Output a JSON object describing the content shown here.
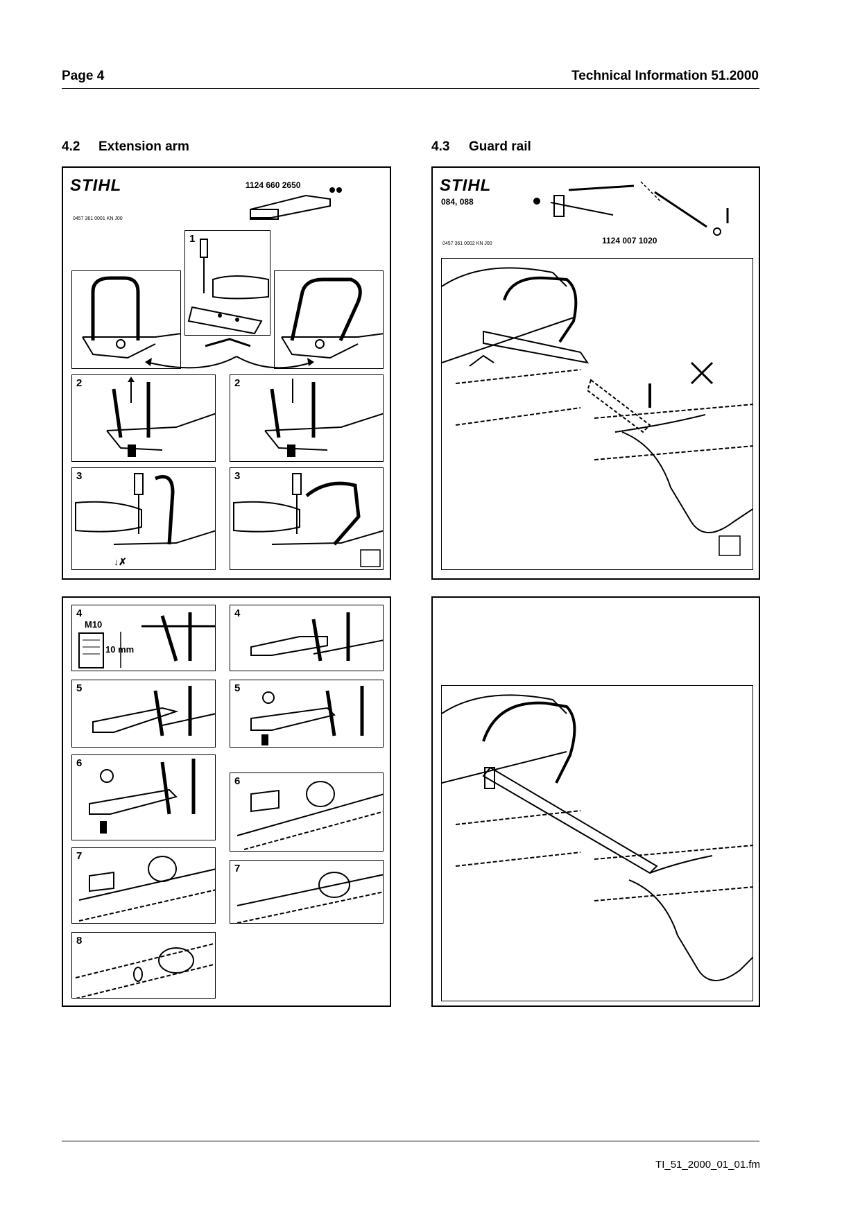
{
  "header": {
    "left": "Page 4",
    "right": "Technical Information  51.2000"
  },
  "sections": {
    "extension": {
      "number": "4.2",
      "title": "Extension arm"
    },
    "guard": {
      "number": "4.3",
      "title": "Guard rail"
    }
  },
  "kit_ext": {
    "logo": "STIHL",
    "part_number": "1124 660 2650",
    "code": "0457 361 0001 KN J00"
  },
  "kit_guard": {
    "logo": "STIHL",
    "models": "084, 088",
    "part_number": "1124 007 1020",
    "code": "0457 361 0002 KN J00"
  },
  "steps": {
    "s1": "1",
    "s2a": "2",
    "s2b": "2",
    "s3a": "3",
    "s3b": "3",
    "s4a": "4",
    "s4b": "4",
    "s5a": "5",
    "s5b": "5",
    "s6a": "6",
    "s6b": "6",
    "s7a": "7",
    "s7b": "7",
    "s8": "8"
  },
  "dims": {
    "thread": "M10",
    "depth": "10 mm"
  },
  "footer": {
    "file": "TI_51_2000_01_01.fm"
  }
}
